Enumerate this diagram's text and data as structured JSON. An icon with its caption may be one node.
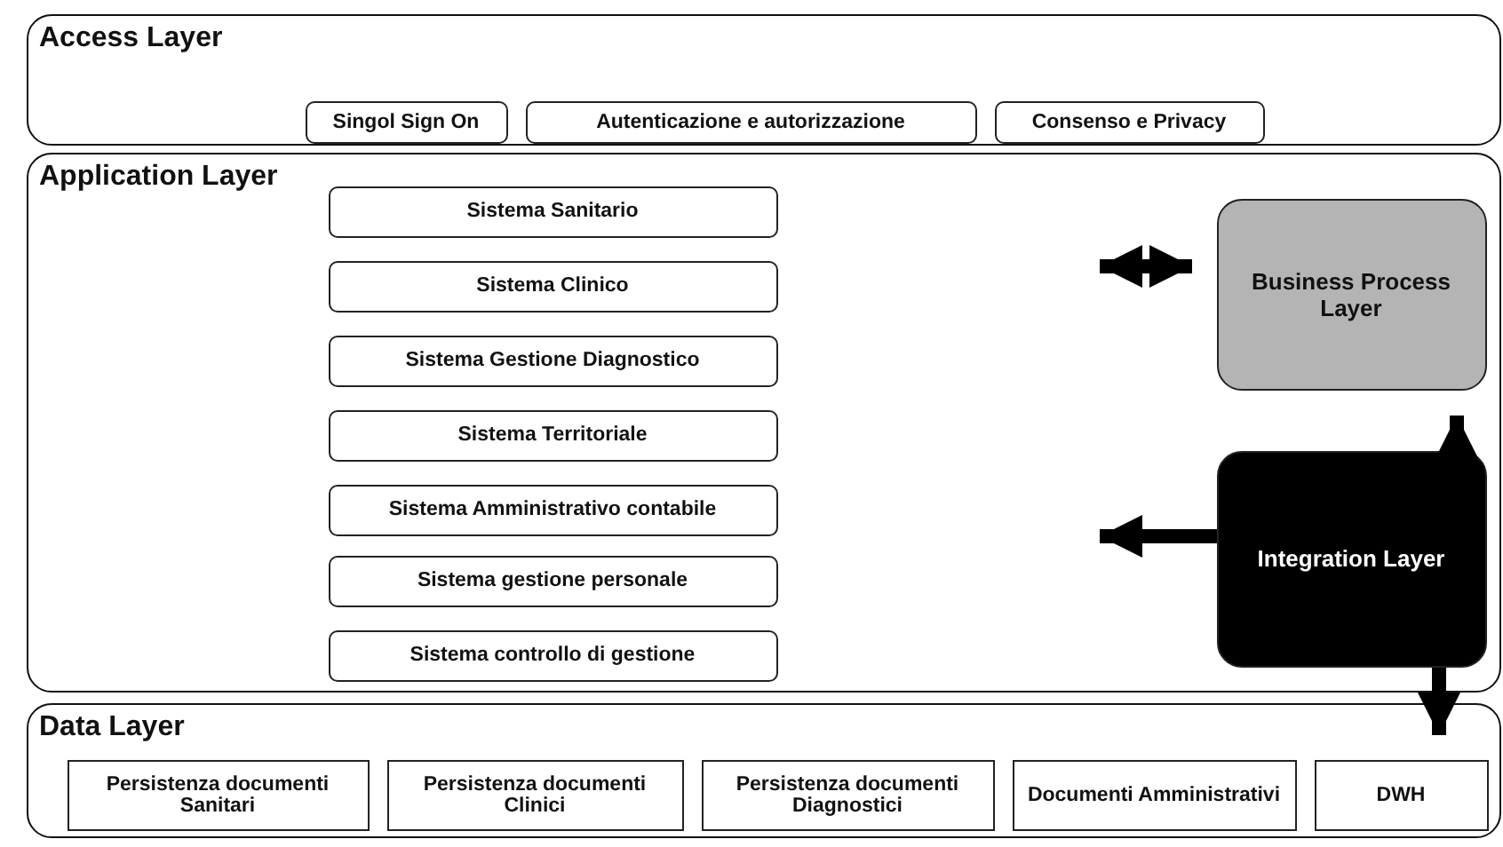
{
  "diagram": {
    "nodes": [
      {
        "text": [
          "Access Layer"
        ]
      },
      {
        "text": [
          "Singol Sign On"
        ],
        "in": 0
      },
      {
        "text": [
          "Autenticazione e autorizzazione"
        ],
        "in": 0
      },
      {
        "text": [
          "Consenso e Privacy"
        ],
        "in": 0
      },
      {
        "text": [
          "Application Layer"
        ]
      },
      {
        "text": [
          "Sistema Sanitario"
        ],
        "in": 4
      },
      {
        "text": [
          "Sistema Clinico"
        ],
        "in": 4
      },
      {
        "text": [
          "Sistema Gestione Diagnostico"
        ],
        "in": 4
      },
      {
        "text": [
          "Sistema Territoriale"
        ],
        "in": 4
      },
      {
        "text": [
          "Sistema Amministrativo contabile"
        ],
        "in": 4
      },
      {
        "text": [
          "Sistema gestione personale"
        ],
        "in": 4
      },
      {
        "text": [
          "Sistema controllo di gestione"
        ],
        "in": 4
      },
      {
        "text": [
          "Business Process Layer"
        ],
        "in": 4
      },
      {
        "text": [
          "Integration Layer"
        ],
        "in": 4
      },
      {
        "text": [
          "Data Layer"
        ]
      },
      {
        "text": [
          "Persistenza documenti Sanitari"
        ],
        "in": 14
      },
      {
        "text": [
          "Persistenza documenti Clinici"
        ],
        "in": 14
      },
      {
        "text": [
          "Persistenza documenti Diagnostici"
        ],
        "in": 14
      },
      {
        "text": [
          "Documenti Amministrativi"
        ],
        "in": 14
      },
      {
        "text": [
          "DWH"
        ],
        "in": 14
      }
    ],
    "edges": [
      {
        "from": null,
        "to": 12,
        "arrow": "both"
      },
      {
        "from": 13,
        "to": null,
        "arrow": "to"
      },
      {
        "from": 13,
        "to": 12,
        "arrow": "to"
      },
      {
        "from": 13,
        "to": 19,
        "arrow": "to"
      }
    ]
  }
}
